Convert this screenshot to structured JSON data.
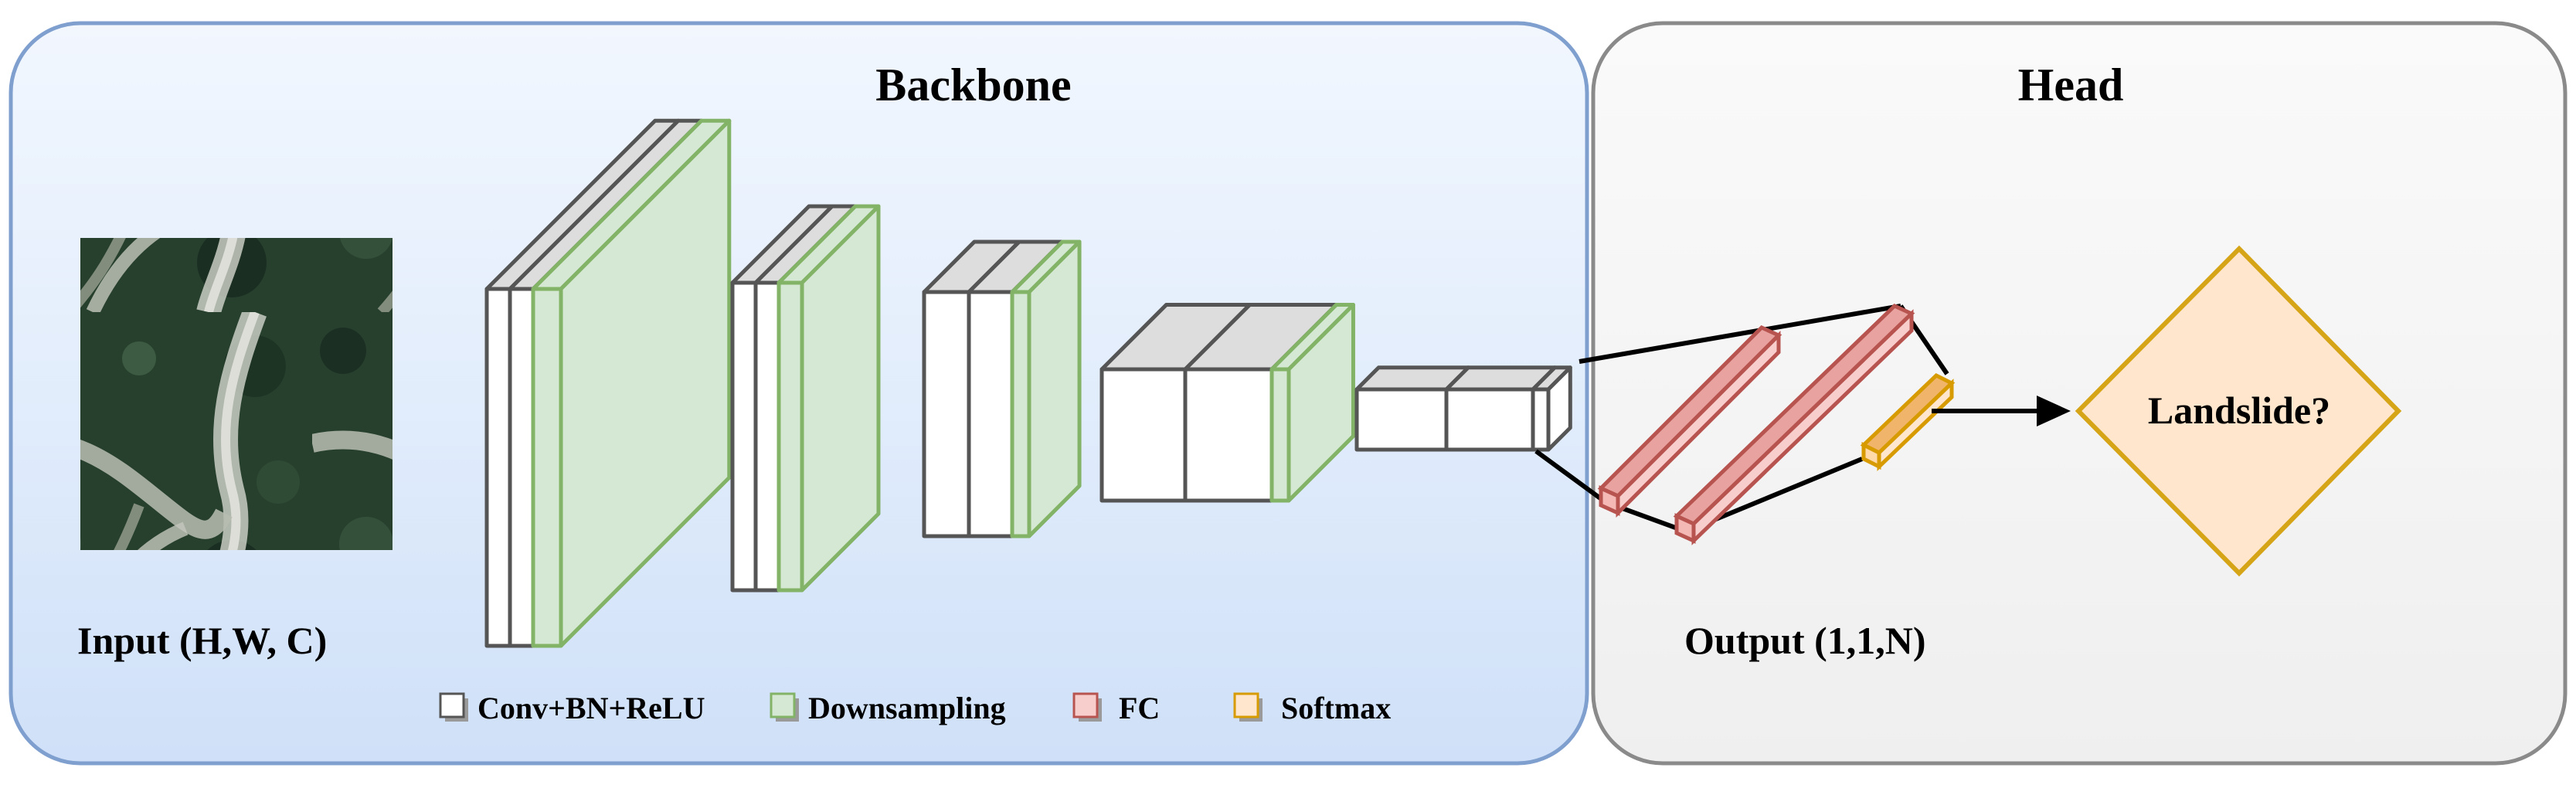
{
  "backbone": {
    "title": "Backbone",
    "input_label": "Input (H,W, C)"
  },
  "head": {
    "title": "Head",
    "output_label": "Output (1,1,N)",
    "decision_label": "Landslide?"
  },
  "legend": [
    {
      "label": "Conv+BN+ReLU",
      "color": "#ffffff"
    },
    {
      "label": "Downsampling",
      "color": "#d5e8d4"
    },
    {
      "label": "FC",
      "color": "#f8cecc"
    },
    {
      "label": "Softmax",
      "color": "#ffe6cc"
    }
  ],
  "colors": {
    "backbone_panel": "#dae8fc",
    "head_panel": "#f5f5f5",
    "conv_face": "#ffffff",
    "conv_top": "#dddddd",
    "downsampling_fill": "#d5e8d4",
    "downsampling_stroke": "#82b366",
    "fc_fill": "#f8cecc",
    "fc_stroke": "#b85450",
    "softmax_fill": "#ffe6cc",
    "softmax_stroke": "#d79b00",
    "decision_fill": "#ffe6cc",
    "decision_stroke": "#d6a417"
  }
}
